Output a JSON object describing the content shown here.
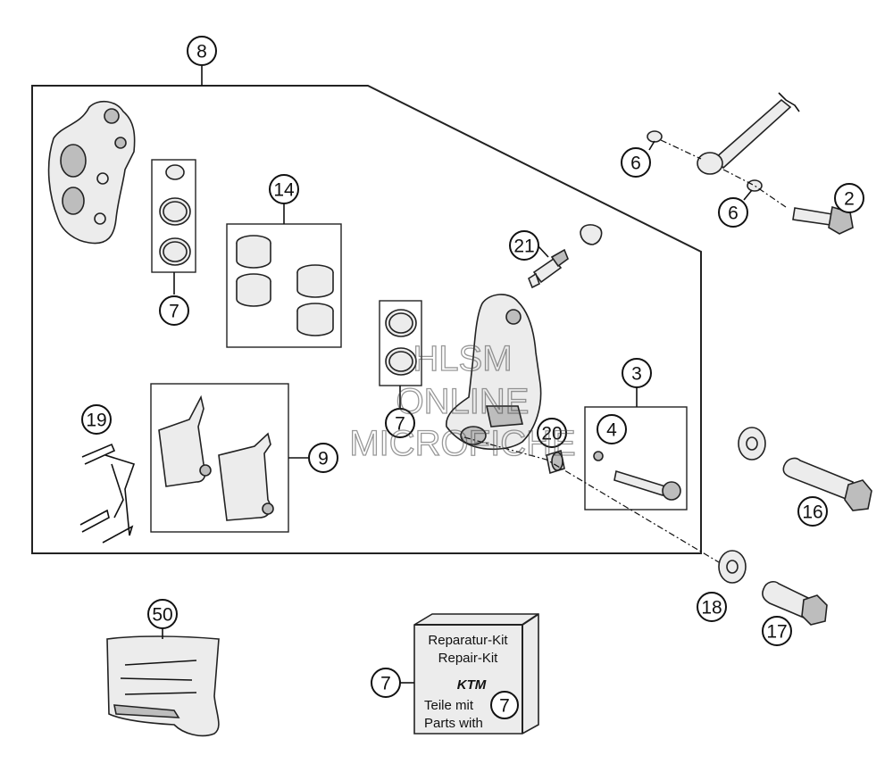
{
  "diagram": {
    "callouts": {
      "c8": "8",
      "c7_seals": "7",
      "c14": "14",
      "c7_mid": "7",
      "c21": "21",
      "c6_top": "6",
      "c6_mid": "6",
      "c2": "2",
      "c3": "3",
      "c4": "4",
      "c20": "20",
      "c19": "19",
      "c9": "9",
      "c16": "16",
      "c18": "18",
      "c17": "17",
      "c50": "50",
      "c7_kit": "7",
      "c7_kit_inner": "7"
    },
    "kit_label": {
      "line1": "Reparatur-Kit",
      "line2": "Repair-Kit",
      "brand": "KTM",
      "line3": "Teile mit",
      "line4": "Parts with"
    },
    "watermark": {
      "line1": "HLSM",
      "line2": "ONLINE",
      "line3": "MICROFICHE"
    }
  }
}
